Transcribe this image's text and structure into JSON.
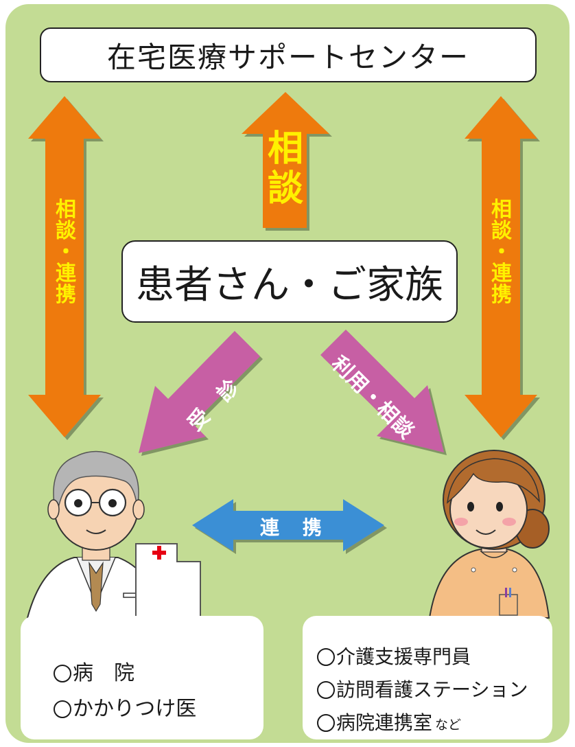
{
  "top_box": {
    "title": "在宅医療サポートセンター"
  },
  "patient_box": {
    "title": "患者さん・ご家族"
  },
  "arrows": {
    "left_vertical": "相\n談\n・\n連\n携",
    "right_vertical": "相\n談\n・\n連\n携",
    "top_up": "相\n談",
    "diagonal_left": "受　診",
    "diagonal_right": "利用・相談",
    "horizontal": "連 携"
  },
  "left_card": {
    "items": [
      "病　院",
      "かかりつけ医"
    ]
  },
  "right_card": {
    "items": [
      "介護支援専門員",
      "訪問看護ステーション",
      "病院連携室"
    ],
    "suffix": "など"
  },
  "colors": {
    "background": "#c3dc94",
    "orange_arrow": "#ee7a0e",
    "pink_arrow": "#c75fa4",
    "blue_arrow": "#3b8fd5",
    "arrow_label_yellow": "#fff100"
  }
}
